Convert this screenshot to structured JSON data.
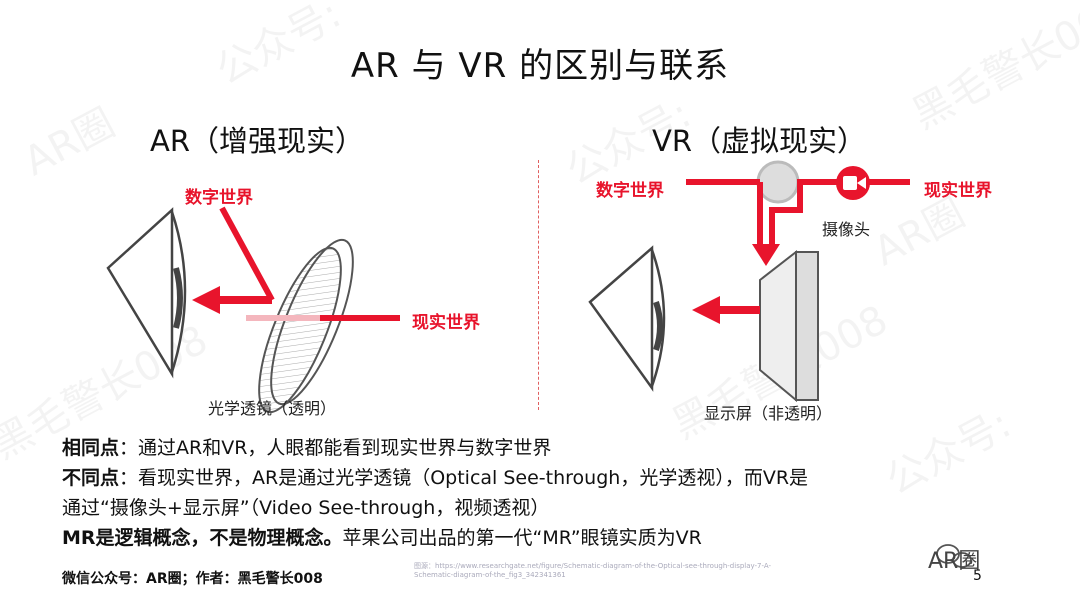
{
  "title": "AR 与 VR 的区别与联系",
  "watermark": {
    "account": "公众号:",
    "ar": "AR圈",
    "author": "黑毛警长008"
  },
  "ar": {
    "heading": "AR（增强现实）",
    "digital_label": "数字世界",
    "real_label": "现实世界",
    "caption": "光学透镜（透明）"
  },
  "vr": {
    "heading": "VR（虚拟现实）",
    "digital_label": "数字世界",
    "real_label": "现实世界",
    "camera_label": "摄像头",
    "caption": "显示屏（非透明）"
  },
  "body": {
    "line1_label": "相同点",
    "line1_text": "：通过AR和VR，人眼都能看到现实世界与数字世界",
    "line2_label": "不同点",
    "line2_text": "：看现实世界，AR是通过光学透镜（Optical See-through，光学透视），而VR是",
    "line3_text": "通过“摄像头+显示屏”（Video See-through，视频透视）",
    "line4_bold": "MR是逻辑概念，不是物理概念。",
    "line4_text": "苹果公司出品的第一代“MR”眼镜实质为VR"
  },
  "footer": {
    "credit": "微信公众号：AR圈；作者：黑毛警长008",
    "source": "图源：https://www.researchgate.net/figure/Schematic-diagram-of-the-Optical-see-through-display-7-A-Schematic-diagram-of-the_fig3_342341361",
    "brand": "AR圈",
    "page_number": "5"
  },
  "colors": {
    "accent": "#e8142c",
    "light_red": "#f4b6bd",
    "eye": "#444444"
  }
}
